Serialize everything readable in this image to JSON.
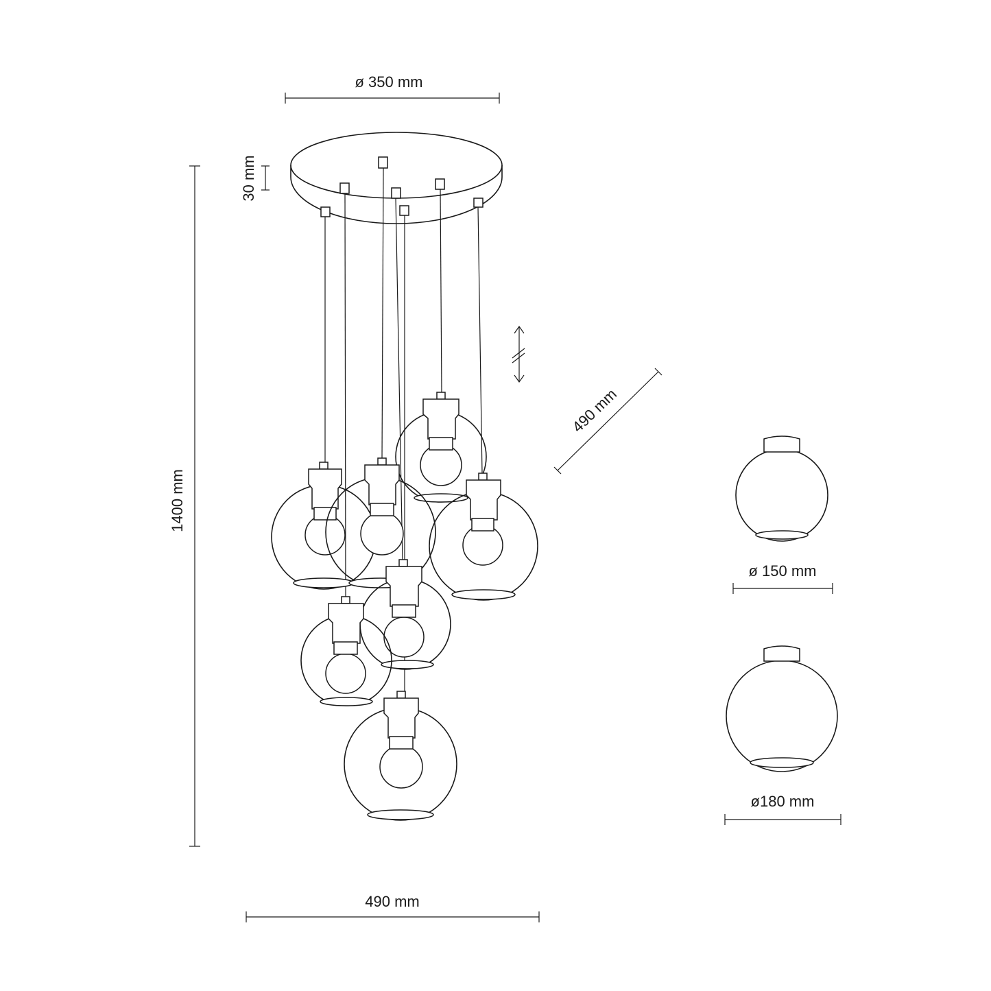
{
  "dimensions": {
    "canopy_diameter": "ø 350 mm",
    "canopy_height": "30 mm",
    "total_height": "1400 mm",
    "cluster_width": "490 mm",
    "cluster_depth": "490 mm",
    "small_shade_diameter": "ø 150 mm",
    "large_shade_diameter": "ø180 mm"
  }
}
